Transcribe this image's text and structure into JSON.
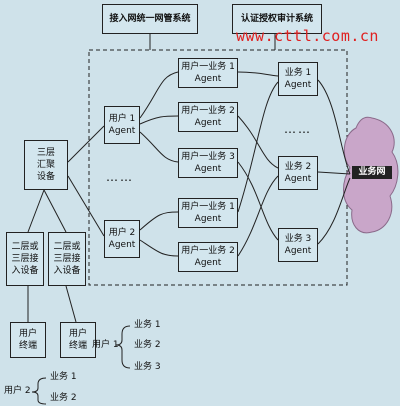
{
  "top_labels": {
    "network_mgmt": "接入网统一网管系统",
    "auth_audit": "认证授权审计系统"
  },
  "watermark": "www.cttl.com.cn",
  "nodes": {
    "agg_device": "三层\n汇聚\n设备",
    "access_device_1": "二层或\n三层接\n入设备",
    "access_device_2": "二层或\n三层接\n入设备",
    "terminal_1": "用户\n终端",
    "terminal_2": "用户\n终端",
    "user1_agent": "用户 1\nAgent",
    "user2_agent": "用户 2\nAgent",
    "ub_1_1": "用户一业务 1\nAgent",
    "ub_1_2": "用户一业务 2\nAgent",
    "ub_1_3": "用户一业务 3\nAgent",
    "ub_2_1": "用户一业务 1\nAgent",
    "ub_2_2": "用户一业务 2\nAgent",
    "svc_1": "业务 1\nAgent",
    "svc_2": "业务 2\nAgent",
    "svc_3": "业务 3\nAgent",
    "service_net": "业务网"
  },
  "ellipsis": "……",
  "bottom_lists": {
    "user1": {
      "label": "用户 1",
      "items": [
        "业务 1",
        "业务 2",
        "业务 3"
      ]
    },
    "user2": {
      "label": "用户 2",
      "items": [
        "业务 1",
        "业务 2"
      ]
    }
  },
  "colors": {
    "background": "#cfe2ea",
    "watermark": "#e02020",
    "cloud": "#c9a6c9"
  }
}
